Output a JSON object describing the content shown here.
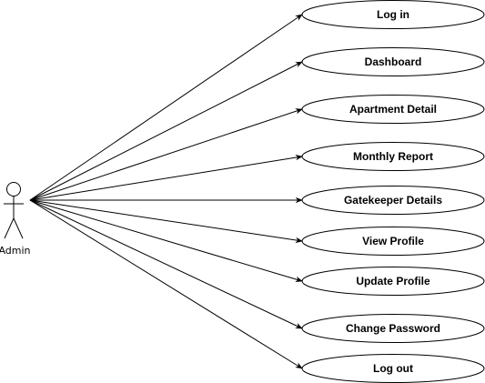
{
  "actor": {
    "name": "Admin",
    "icon": "stick-figure-icon"
  },
  "use_cases": [
    {
      "label": "Log in"
    },
    {
      "label": "Dashboard"
    },
    {
      "label": "Apartment Detail"
    },
    {
      "label": "Monthly Report"
    },
    {
      "label": "Gatekeeper Details"
    },
    {
      "label": "View Profile"
    },
    {
      "label": "Update Profile"
    },
    {
      "label": "Change Password"
    },
    {
      "label": "Log out"
    }
  ],
  "colors": {
    "stroke": "#000000",
    "fill": "#ffffff"
  }
}
